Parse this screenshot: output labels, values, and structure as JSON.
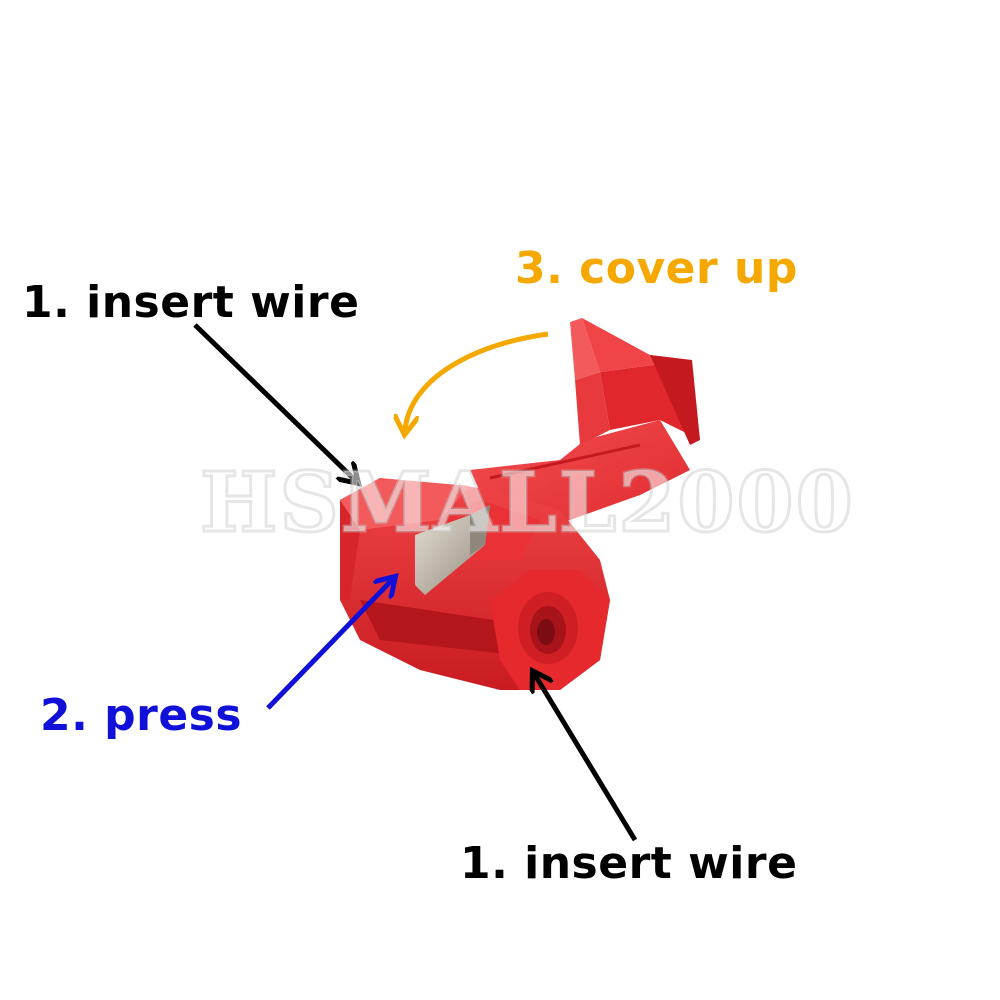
{
  "steps": {
    "insert_wire_top": "1. insert wire",
    "insert_wire_bottom": "1. insert wire",
    "press": "2. press",
    "cover_up": "3. cover up"
  },
  "watermark": "HSMALL2000",
  "colors": {
    "connector_red": "#e8262b",
    "connector_dark": "#b5161b",
    "connector_light": "#f25a5c",
    "blade_metal": "#c9c2b8",
    "label_black": "#000000",
    "label_blue": "#1010d8",
    "label_orange": "#f5a800"
  }
}
